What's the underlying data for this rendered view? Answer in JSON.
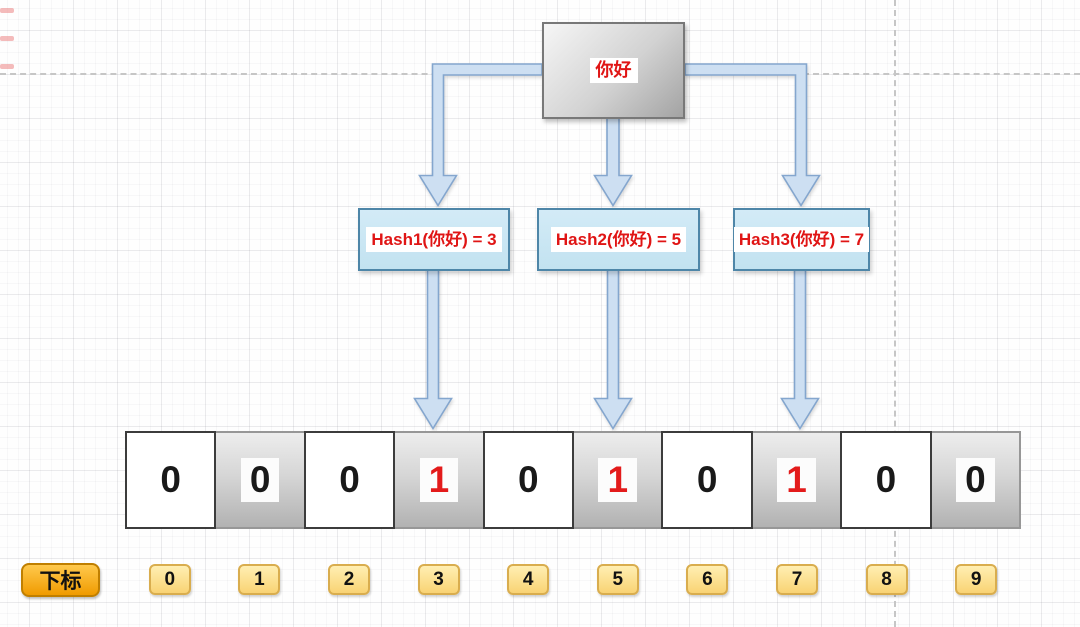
{
  "diagram": {
    "input_node": {
      "label": "你好"
    },
    "hash_nodes": [
      {
        "label": "Hash1(你好) = 3",
        "target_index": 3
      },
      {
        "label": "Hash2(你好) = 5",
        "target_index": 5
      },
      {
        "label": "Hash3(你好) = 7",
        "target_index": 7
      }
    ],
    "bit_array": [
      {
        "index": 0,
        "value": "0",
        "highlight": false
      },
      {
        "index": 1,
        "value": "0",
        "highlight": false
      },
      {
        "index": 2,
        "value": "0",
        "highlight": false
      },
      {
        "index": 3,
        "value": "1",
        "highlight": true
      },
      {
        "index": 4,
        "value": "0",
        "highlight": false
      },
      {
        "index": 5,
        "value": "1",
        "highlight": true
      },
      {
        "index": 6,
        "value": "0",
        "highlight": false
      },
      {
        "index": 7,
        "value": "1",
        "highlight": true
      },
      {
        "index": 8,
        "value": "0",
        "highlight": false
      },
      {
        "index": 9,
        "value": "0",
        "highlight": false
      }
    ],
    "index_row": {
      "legend_label": "下标",
      "indices": [
        "0",
        "1",
        "2",
        "3",
        "4",
        "5",
        "6",
        "7",
        "8",
        "9"
      ]
    },
    "colors": {
      "accent_red": "#e01515",
      "hash_node_fill": "#c8e4f2",
      "hash_node_border": "#4e86a8",
      "arrow_fill": "#cddff2",
      "arrow_border": "#84a6ce",
      "index_box_fill": "#f9d374",
      "legend_fill": "#f09b00"
    }
  }
}
